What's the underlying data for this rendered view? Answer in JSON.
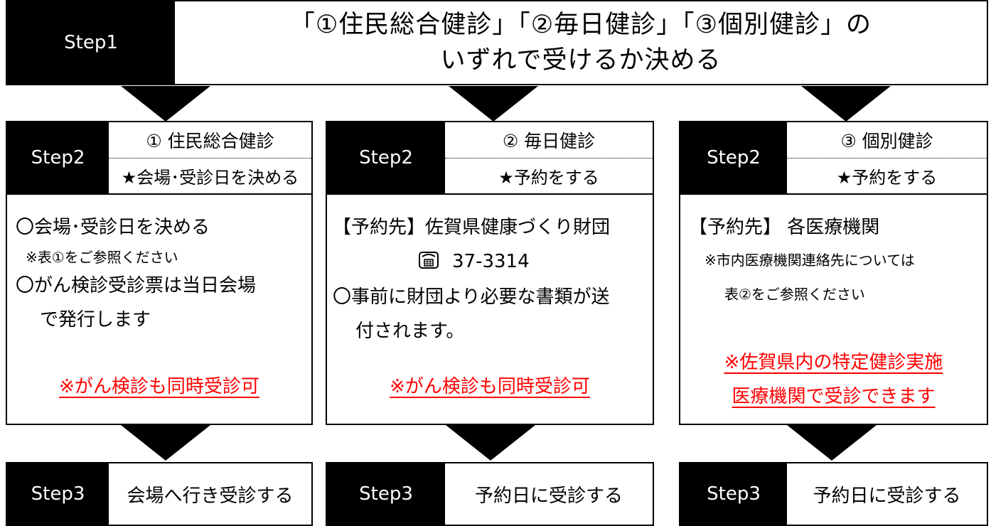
{
  "step1": {
    "label": "Step1",
    "line1": "「①住民総合健診」「②毎日健診」「③個別健診」の",
    "line2": "いずれで受けるか決める"
  },
  "columns": [
    {
      "step_label": "Step2",
      "title": "① 住民総合健診",
      "action": "★会場･受診日を決める",
      "body": [
        "〇会場･受診日を決める",
        "※表①をご参照ください",
        "〇がん検診受診票は当日会場",
        "で発行します"
      ],
      "note": [
        "※がん検診も同時受診可"
      ],
      "step3_label": "Step3",
      "step3_text": "会場へ行き受診する"
    },
    {
      "step_label": "Step2",
      "title": "② 毎日健診",
      "action": "★予約をする",
      "body": [
        "【予約先】佐賀県健康づくり財団",
        "37-3314",
        "〇事前に財団より必要な書類が送",
        "付されます。"
      ],
      "note": [
        "※がん検診も同時受診可"
      ],
      "step3_label": "Step3",
      "step3_text": "予約日に受診する"
    },
    {
      "step_label": "Step2",
      "title": "③ 個別健診",
      "action": "★予約をする",
      "body": [
        "【予約先】 各医療機関",
        "※市内医療機関連絡先については",
        "表②をご参照ください"
      ],
      "note": [
        "※佐賀県内の特定健診実施",
        "医療機関で受診できます"
      ],
      "step3_label": "Step3",
      "step3_text": "予約日に受診する"
    }
  ],
  "icons": {
    "phone": "telephone-icon"
  },
  "colors": {
    "note_red": "#ff0000",
    "tag_bg": "#000000"
  }
}
